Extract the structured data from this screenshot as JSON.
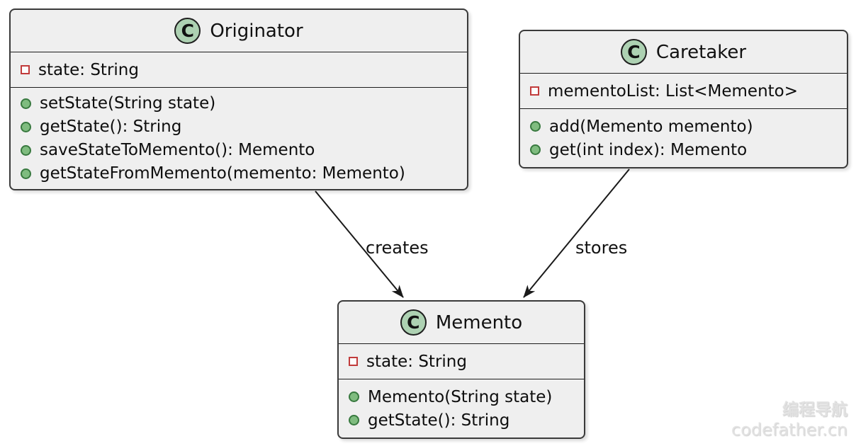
{
  "diagram": {
    "kind": "uml-class-diagram",
    "pattern": "Memento"
  },
  "colors": {
    "box_fill": "#efefef",
    "box_border": "#3a3a3a",
    "class_icon_fill": "#add1b2",
    "field_icon_border": "#c13b3b",
    "method_icon_fill": "#7fbc7f",
    "method_icon_border": "#38793f",
    "arrow_color": "#1a1a1a"
  },
  "classes": [
    {
      "name": "Originator",
      "icon_letter": "C",
      "attributes": [
        "state: String"
      ],
      "methods": [
        "setState(String state)",
        "getState(): String",
        "saveStateToMemento(): Memento",
        "getStateFromMemento(memento: Memento)"
      ]
    },
    {
      "name": "Caretaker",
      "icon_letter": "C",
      "attributes": [
        "mementoList: List<Memento>"
      ],
      "methods": [
        "add(Memento memento)",
        "get(int index): Memento"
      ]
    },
    {
      "name": "Memento",
      "icon_letter": "C",
      "attributes": [
        "state: String"
      ],
      "methods": [
        "Memento(String state)",
        "getState(): String"
      ]
    }
  ],
  "relations": [
    {
      "from": "Originator",
      "to": "Memento",
      "label": "creates"
    },
    {
      "from": "Caretaker",
      "to": "Memento",
      "label": "stores"
    }
  ],
  "watermark": {
    "line1": "编程导航",
    "line2": "codefather.cn"
  }
}
